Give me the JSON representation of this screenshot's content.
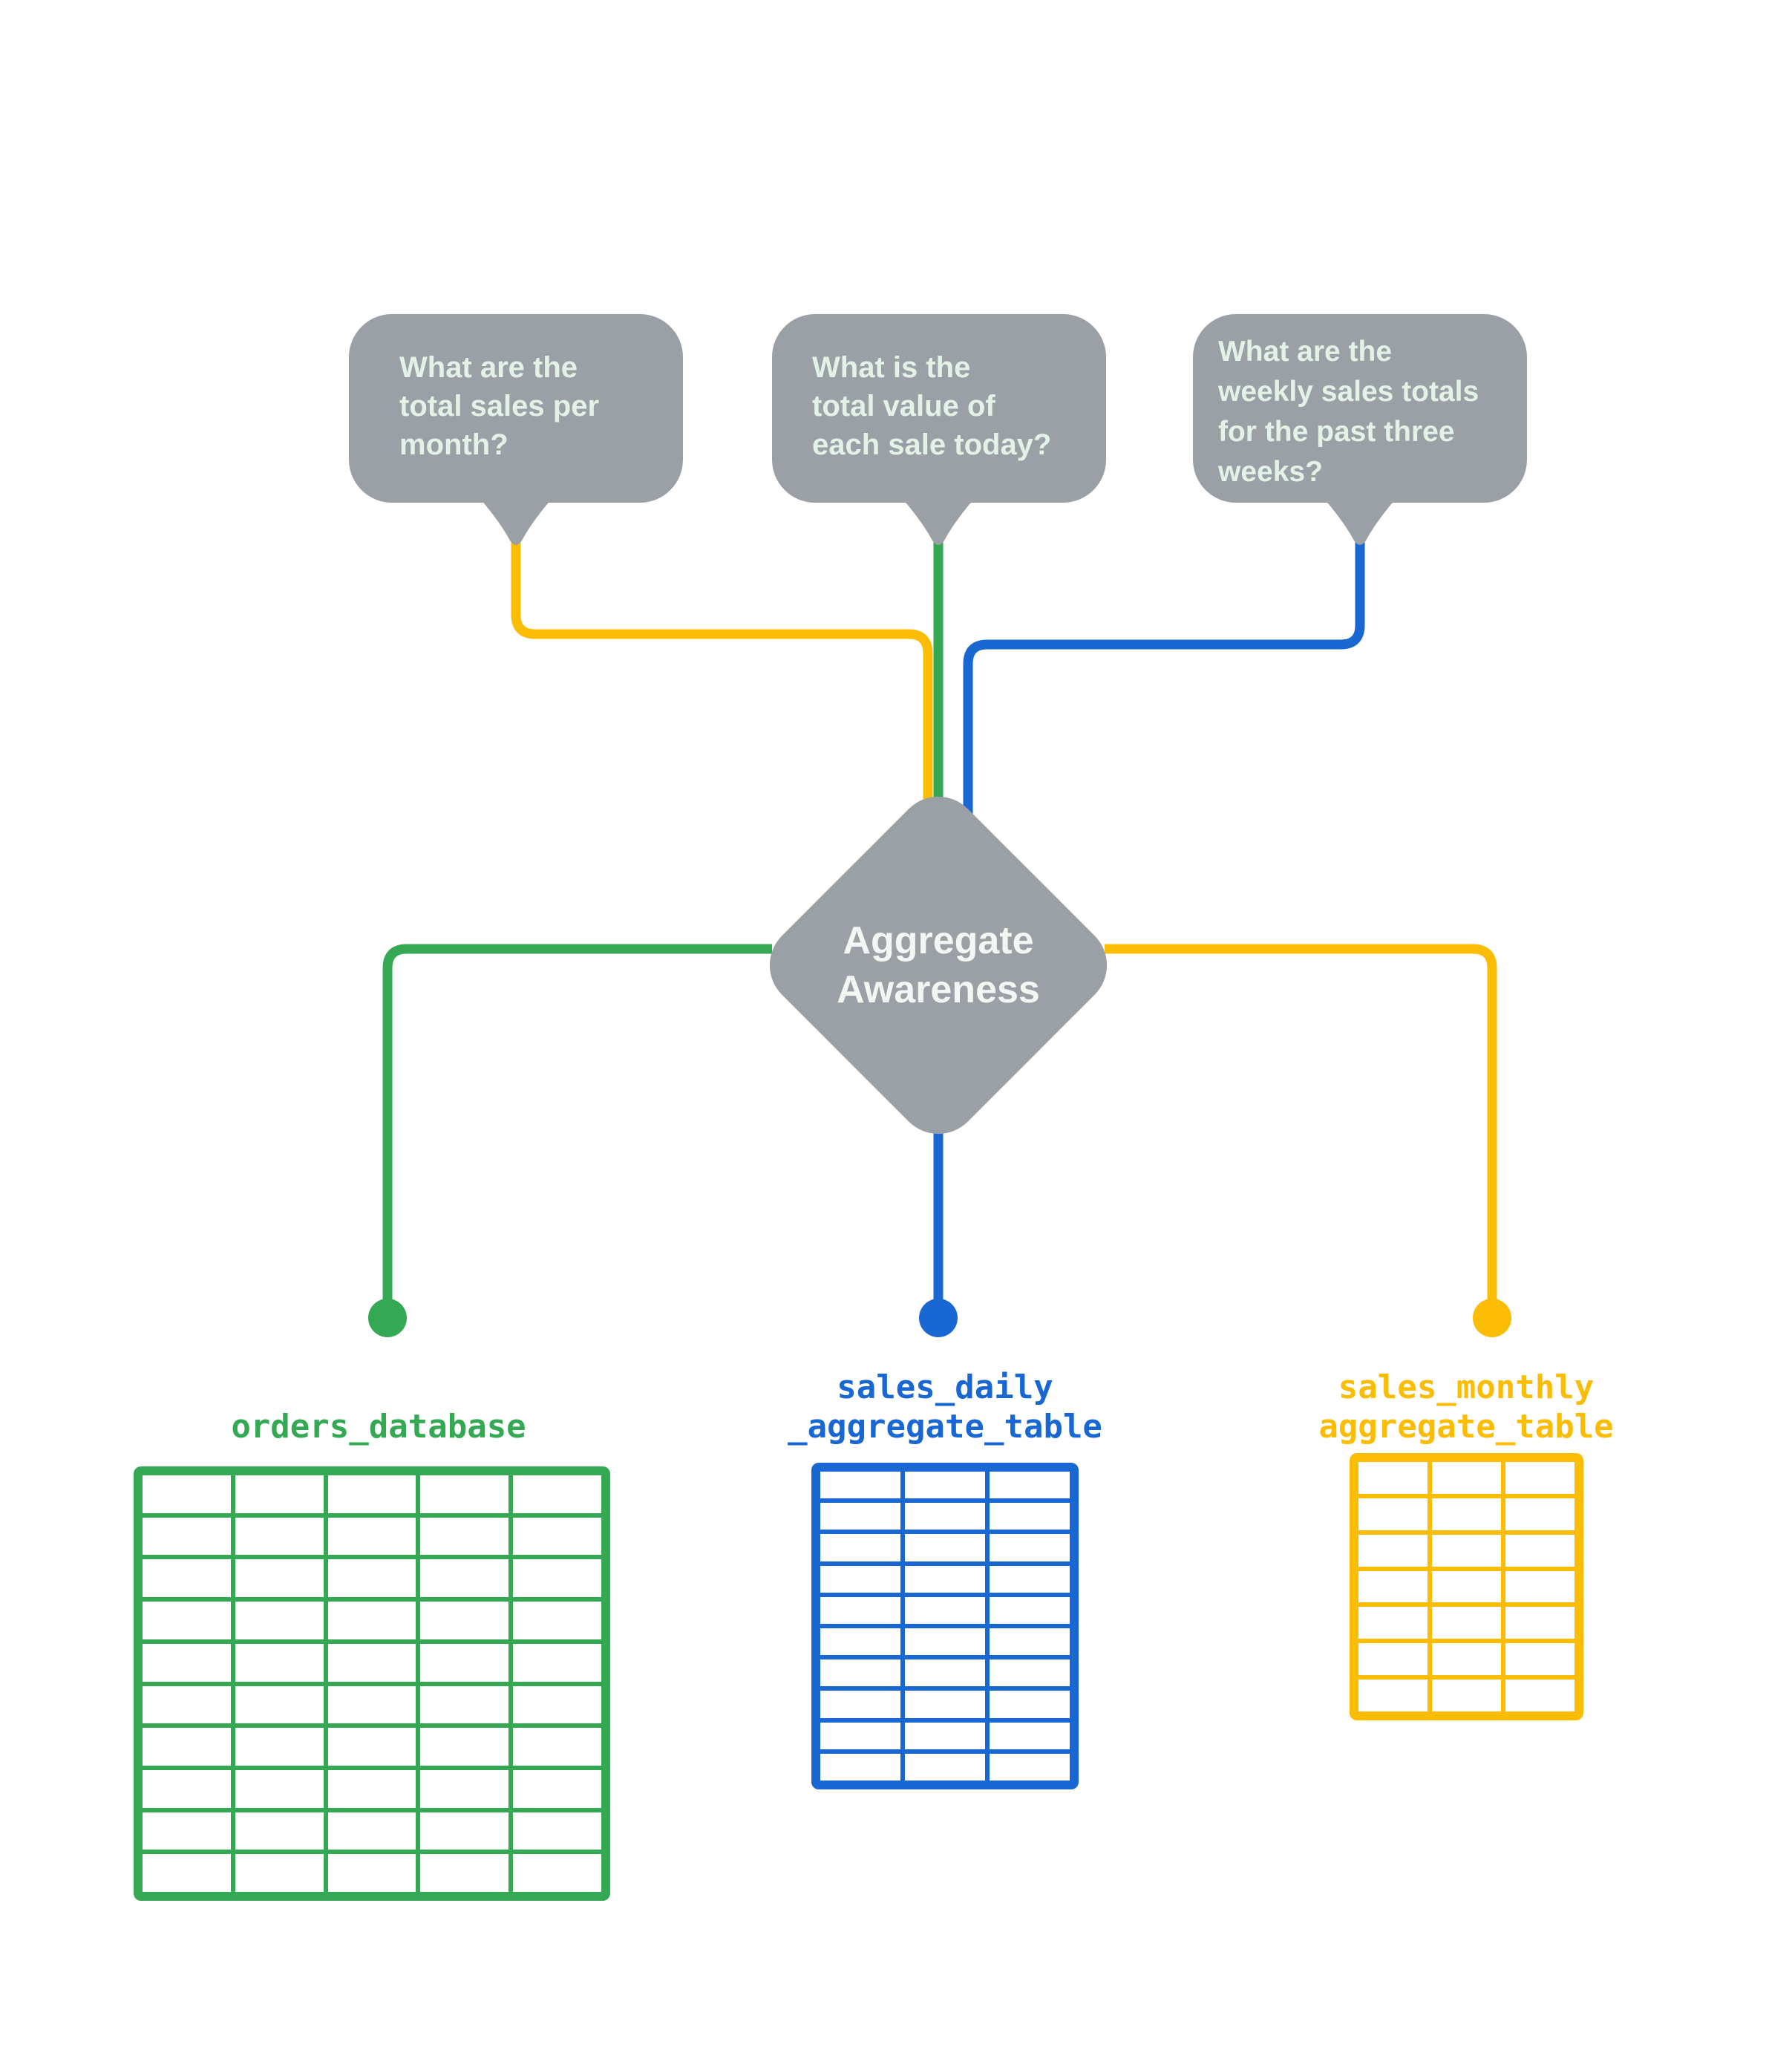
{
  "colors": {
    "background": "#FFFFFF",
    "gray": "#9AA0A6",
    "bubble_text": "#E3F1E6",
    "diamond_text": "#F4F6F4",
    "green": "#34A853",
    "blue": "#1967D2",
    "yellow": "#FBBC04"
  },
  "bubbles": [
    {
      "id": "monthly",
      "text": "What are the\ntotal sales per\nmonth?",
      "connector_color": "#FBBC04"
    },
    {
      "id": "daily",
      "text": "What is the\ntotal value of\neach sale today?",
      "connector_color": "#34A853"
    },
    {
      "id": "weekly",
      "text": "What are the\nweekly sales totals\nfor the past three\nweeks?",
      "connector_color": "#1967D2"
    }
  ],
  "diamond": {
    "label": "Aggregate\nAwareness"
  },
  "tables": [
    {
      "label": "orders_database",
      "color": "#34A853",
      "columns": 5,
      "rows": 10
    },
    {
      "label": "sales_daily\n_aggregate_table",
      "color": "#1967D2",
      "columns": 3,
      "rows": 10
    },
    {
      "label": "sales_monthly\naggregate_table",
      "color": "#FBBC04",
      "columns": 3,
      "rows": 7
    }
  ]
}
